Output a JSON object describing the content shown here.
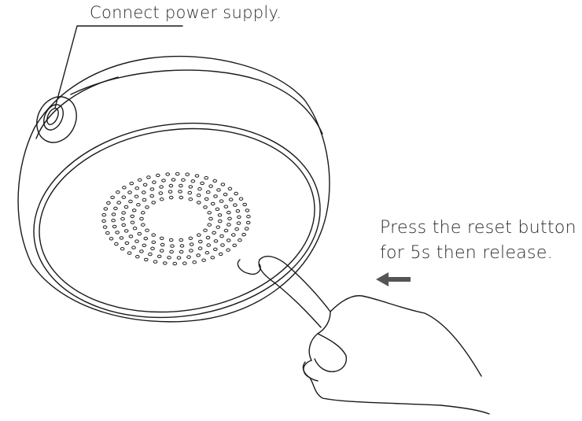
{
  "annotations": {
    "power": "Connect power supply.",
    "reset_line1": "Press the reset button",
    "reset_line2": "for 5s then release."
  },
  "colors": {
    "stroke": "#1a1a1a",
    "arrow": "#555555",
    "text": "#2a2a2a"
  },
  "icons": [
    "power-port-icon",
    "left-arrow-icon",
    "pointing-hand-icon"
  ]
}
